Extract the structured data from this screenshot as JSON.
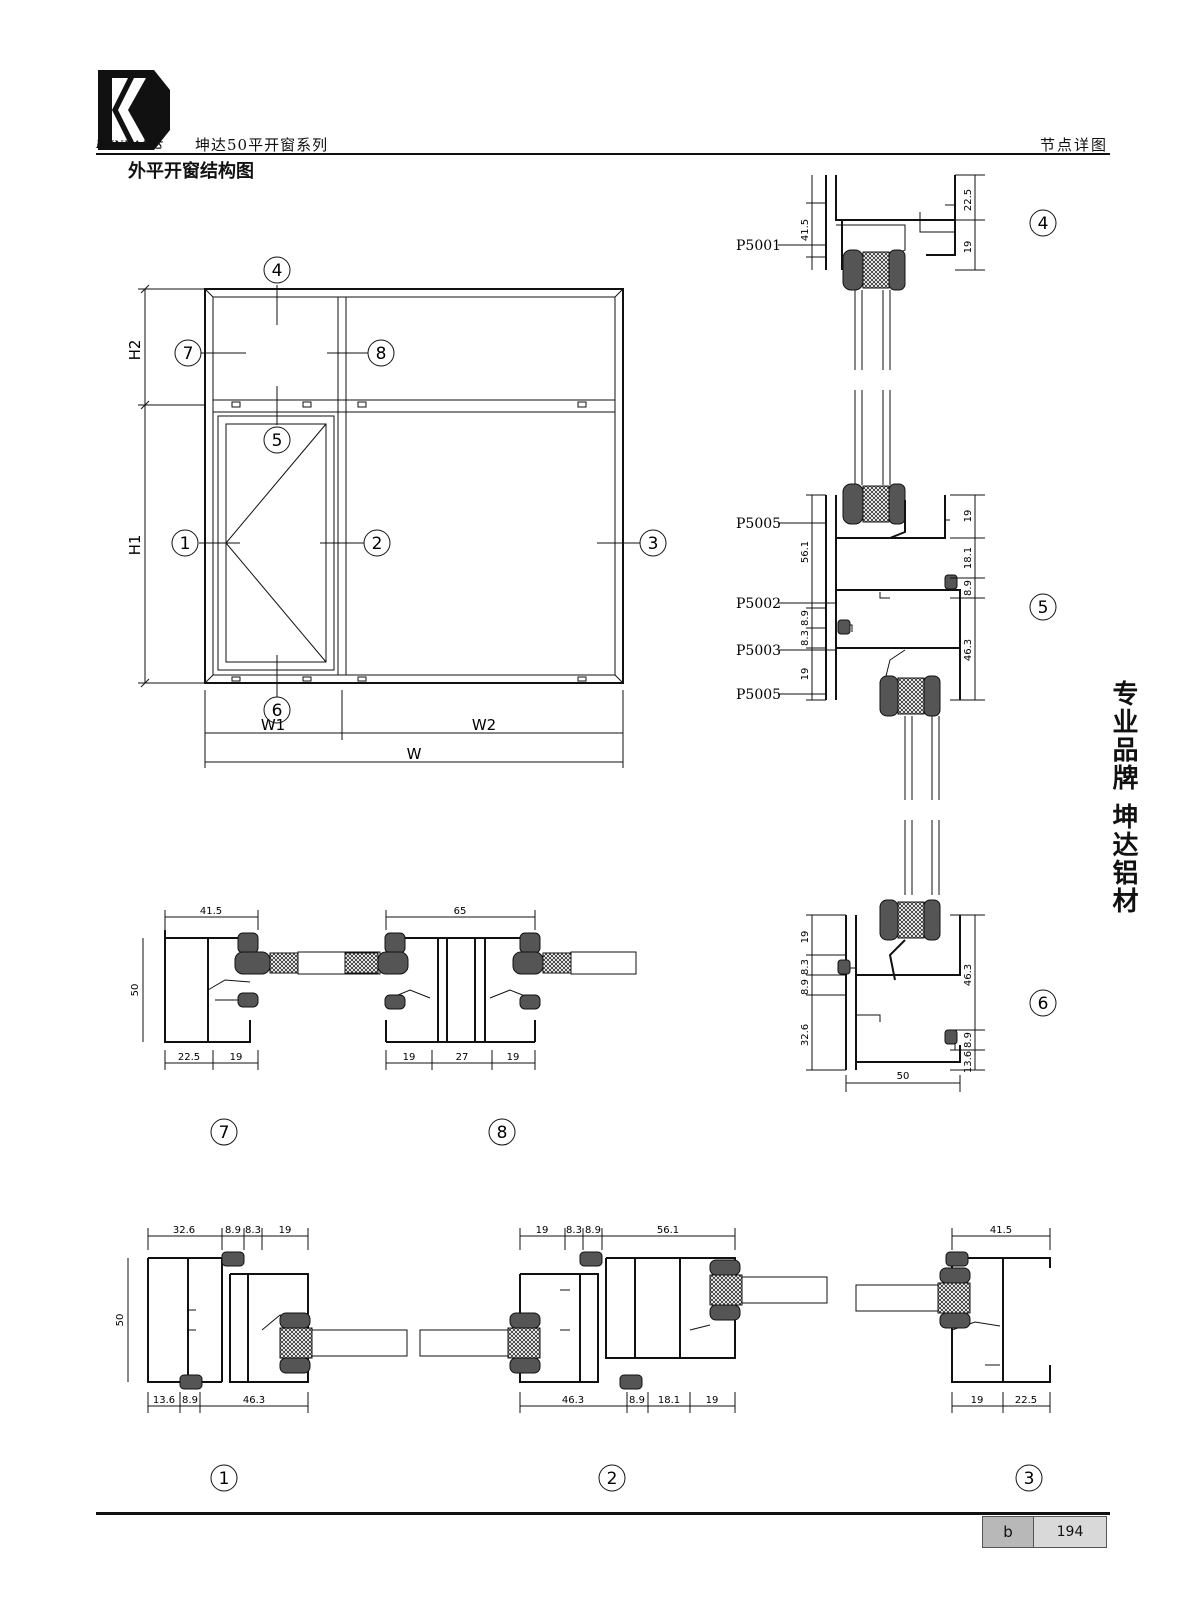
{
  "header": {
    "brand": "KUNDA坤达",
    "series_title": "坤达50平开窗系列",
    "section_right": "节点详图"
  },
  "page_title": "外平开窗结构图",
  "side_banner": "专业品牌 坤达铝材",
  "elevation": {
    "labels": {
      "H2": "H2",
      "H1": "H1",
      "W1": "W1",
      "W2": "W2",
      "W": "W"
    },
    "callouts": [
      "4",
      "7",
      "8",
      "5",
      "1",
      "2",
      "3",
      "6"
    ]
  },
  "vertical_section": {
    "profiles": [
      "P5001",
      "P5005",
      "P5002",
      "P5003",
      "P5005"
    ],
    "node_labels": [
      "4",
      "5",
      "6"
    ],
    "dims_top": [
      "41.5",
      "22.5",
      "19"
    ],
    "dims_mid": [
      "19",
      "56.1",
      "18.1",
      "8.9",
      "8.9",
      "46.3",
      "8.3",
      "19"
    ],
    "dims_bottom": [
      "19",
      "8.3",
      "8.9",
      "46.3",
      "32.6",
      "8.9",
      "13.6",
      "50"
    ]
  },
  "section_7": {
    "label": "7",
    "dims": [
      "41.5",
      "50",
      "22.5",
      "19"
    ]
  },
  "section_8": {
    "label": "8",
    "dims": [
      "65",
      "19",
      "27",
      "19"
    ]
  },
  "section_1": {
    "label": "1",
    "dims_top": [
      "32.6",
      "8.9",
      "8.3",
      "19"
    ],
    "dims_bottom": [
      "13.6",
      "8.9",
      "46.3"
    ],
    "height": "50"
  },
  "section_2": {
    "label": "2",
    "dims_top": [
      "19",
      "8.3",
      "8.9",
      "56.1"
    ],
    "dims_bottom": [
      "46.3",
      "8.9",
      "18.1",
      "19"
    ]
  },
  "section_3": {
    "label": "3",
    "dims_top": [
      "41.5"
    ],
    "dims_bottom": [
      "19",
      "22.5"
    ]
  },
  "footer": {
    "section_letter": "b",
    "page_number": "194"
  }
}
